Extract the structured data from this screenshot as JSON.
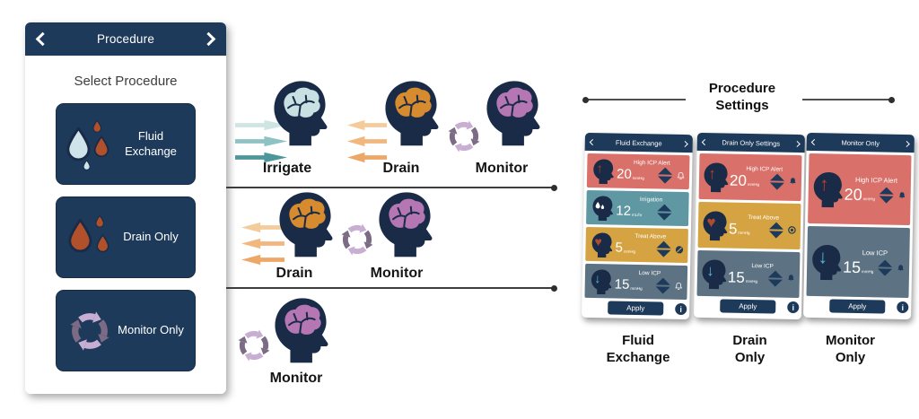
{
  "left_panel": {
    "header": {
      "title": "Procedure"
    },
    "subtitle": "Select Procedure",
    "buttons": [
      {
        "label": "Fluid Exchange"
      },
      {
        "label": "Drain Only"
      },
      {
        "label": "Monitor Only"
      }
    ]
  },
  "flows": [
    {
      "steps": [
        {
          "label": "Irrigate"
        },
        {
          "label": "Drain"
        },
        {
          "label": "Monitor"
        }
      ]
    },
    {
      "steps": [
        {
          "label": "Drain"
        },
        {
          "label": "Monitor"
        }
      ]
    },
    {
      "steps": [
        {
          "label": "Monitor"
        }
      ]
    }
  ],
  "settings": {
    "heading_line1": "Procedure",
    "heading_line2": "Settings",
    "info_glyph": "i",
    "screens": [
      {
        "title": "Fluid Exchange",
        "caption_line1": "Fluid",
        "caption_line2": "Exchange",
        "apply_label": "Apply",
        "rows": [
          {
            "name": "High ICP Alert",
            "value": "20",
            "unit": "mmHg"
          },
          {
            "name": "Irrigation",
            "value": "12",
            "unit": "mL/hr"
          },
          {
            "name": "Treat Above",
            "value": "5",
            "unit": "mmHg"
          },
          {
            "name": "Low ICP",
            "value": "15",
            "unit": "mmHg"
          }
        ]
      },
      {
        "title": "Drain Only Settings",
        "caption_line1": "Drain",
        "caption_line2": "Only",
        "apply_label": "Apply",
        "rows": [
          {
            "name": "High ICP Alert",
            "value": "20",
            "unit": "mmHg"
          },
          {
            "name": "Treat Above",
            "value": "5",
            "unit": "mmHg"
          },
          {
            "name": "Low ICP",
            "value": "15",
            "unit": "mmHg"
          }
        ]
      },
      {
        "title": "Monitor Only",
        "caption_line1": "Monitor",
        "caption_line2": "Only",
        "apply_label": "Apply",
        "rows": [
          {
            "name": "High ICP Alert",
            "value": "20",
            "unit": "mmHg"
          },
          {
            "name": "Low ICP",
            "value": "15",
            "unit": "mmHg"
          }
        ]
      }
    ]
  },
  "icons": {
    "up_arrow": "↑",
    "down_arrow": "↓",
    "heart": "♥"
  },
  "colors": {
    "navy": "#1d3a5a",
    "head_navy": "#1a2b47",
    "brain_blue": "#c9e0e2",
    "brain_orange": "#d78b2f",
    "brain_purple": "#b577b4",
    "cycle_dark": "#7b6b85",
    "cycle_light": "#c9aed3",
    "row_red": "#d9716a",
    "row_teal": "#5f98a3",
    "row_gold": "#d6a342",
    "row_slate": "#5d7383",
    "drop_blue": "#cfe3ea",
    "drop_brown": "#b1512b",
    "alert_red": "#c0392b",
    "alert_blue": "#58b6d8",
    "irrigate_arrow_1": "#cfe5e3",
    "irrigate_arrow_2": "#8fc2c3",
    "irrigate_arrow_3": "#4d969a",
    "drain_arrow_1": "#f4cb9b",
    "drain_arrow_2": "#f1b77f",
    "drain_arrow_3": "#eda767"
  }
}
